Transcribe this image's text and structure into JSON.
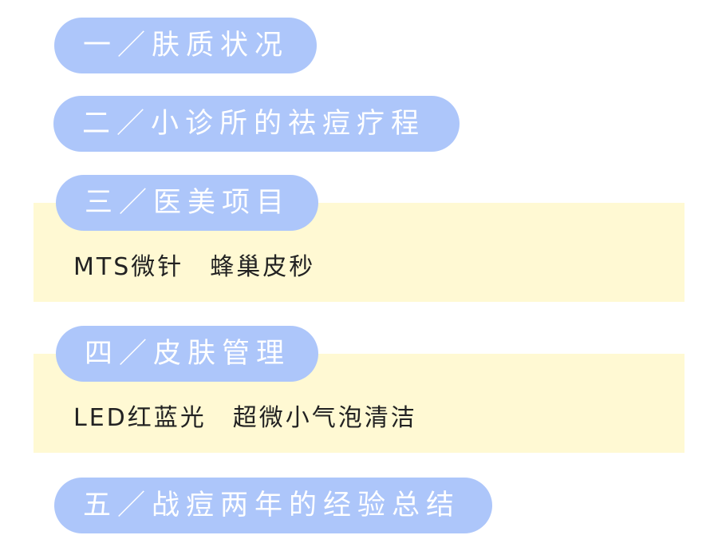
{
  "sections": [
    {
      "title": "一／肤质状况"
    },
    {
      "title": "二／小诊所的祛痘疗程"
    },
    {
      "title": "三／医美项目",
      "content": "MTS微针　蜂巢皮秒"
    },
    {
      "title": "四／皮肤管理",
      "content": "LED红蓝光　超微小气泡清洁"
    },
    {
      "title": "五／战痘两年的经验总结"
    }
  ],
  "colors": {
    "pill": "#adc6fa",
    "box": "#fff9d3",
    "pill_text": "#ffffff",
    "body_text": "#222222"
  }
}
